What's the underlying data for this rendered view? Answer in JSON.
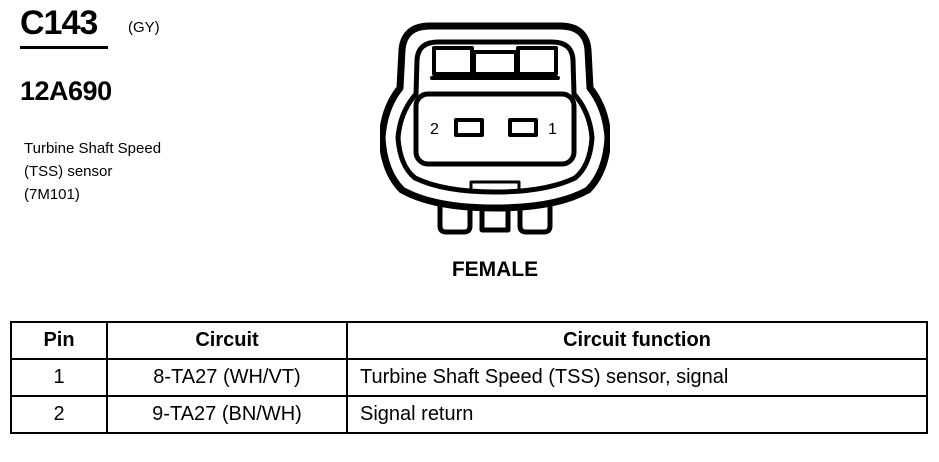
{
  "connector": {
    "id": "C143",
    "color_code": "(GY)",
    "part_number": "12A690",
    "description": [
      "Turbine Shaft Speed",
      "(TSS) sensor",
      "(7M101)"
    ],
    "gender": "FEMALE",
    "pin_labels": [
      "2",
      "1"
    ]
  },
  "table": {
    "headers": [
      "Pin",
      "Circuit",
      "Circuit function"
    ],
    "rows": [
      {
        "pin": "1",
        "circuit": "8-TA27 (WH/VT)",
        "function": "Turbine Shaft Speed (TSS) sensor, signal"
      },
      {
        "pin": "2",
        "circuit": "9-TA27 (BN/WH)",
        "function": "Signal return"
      }
    ]
  }
}
